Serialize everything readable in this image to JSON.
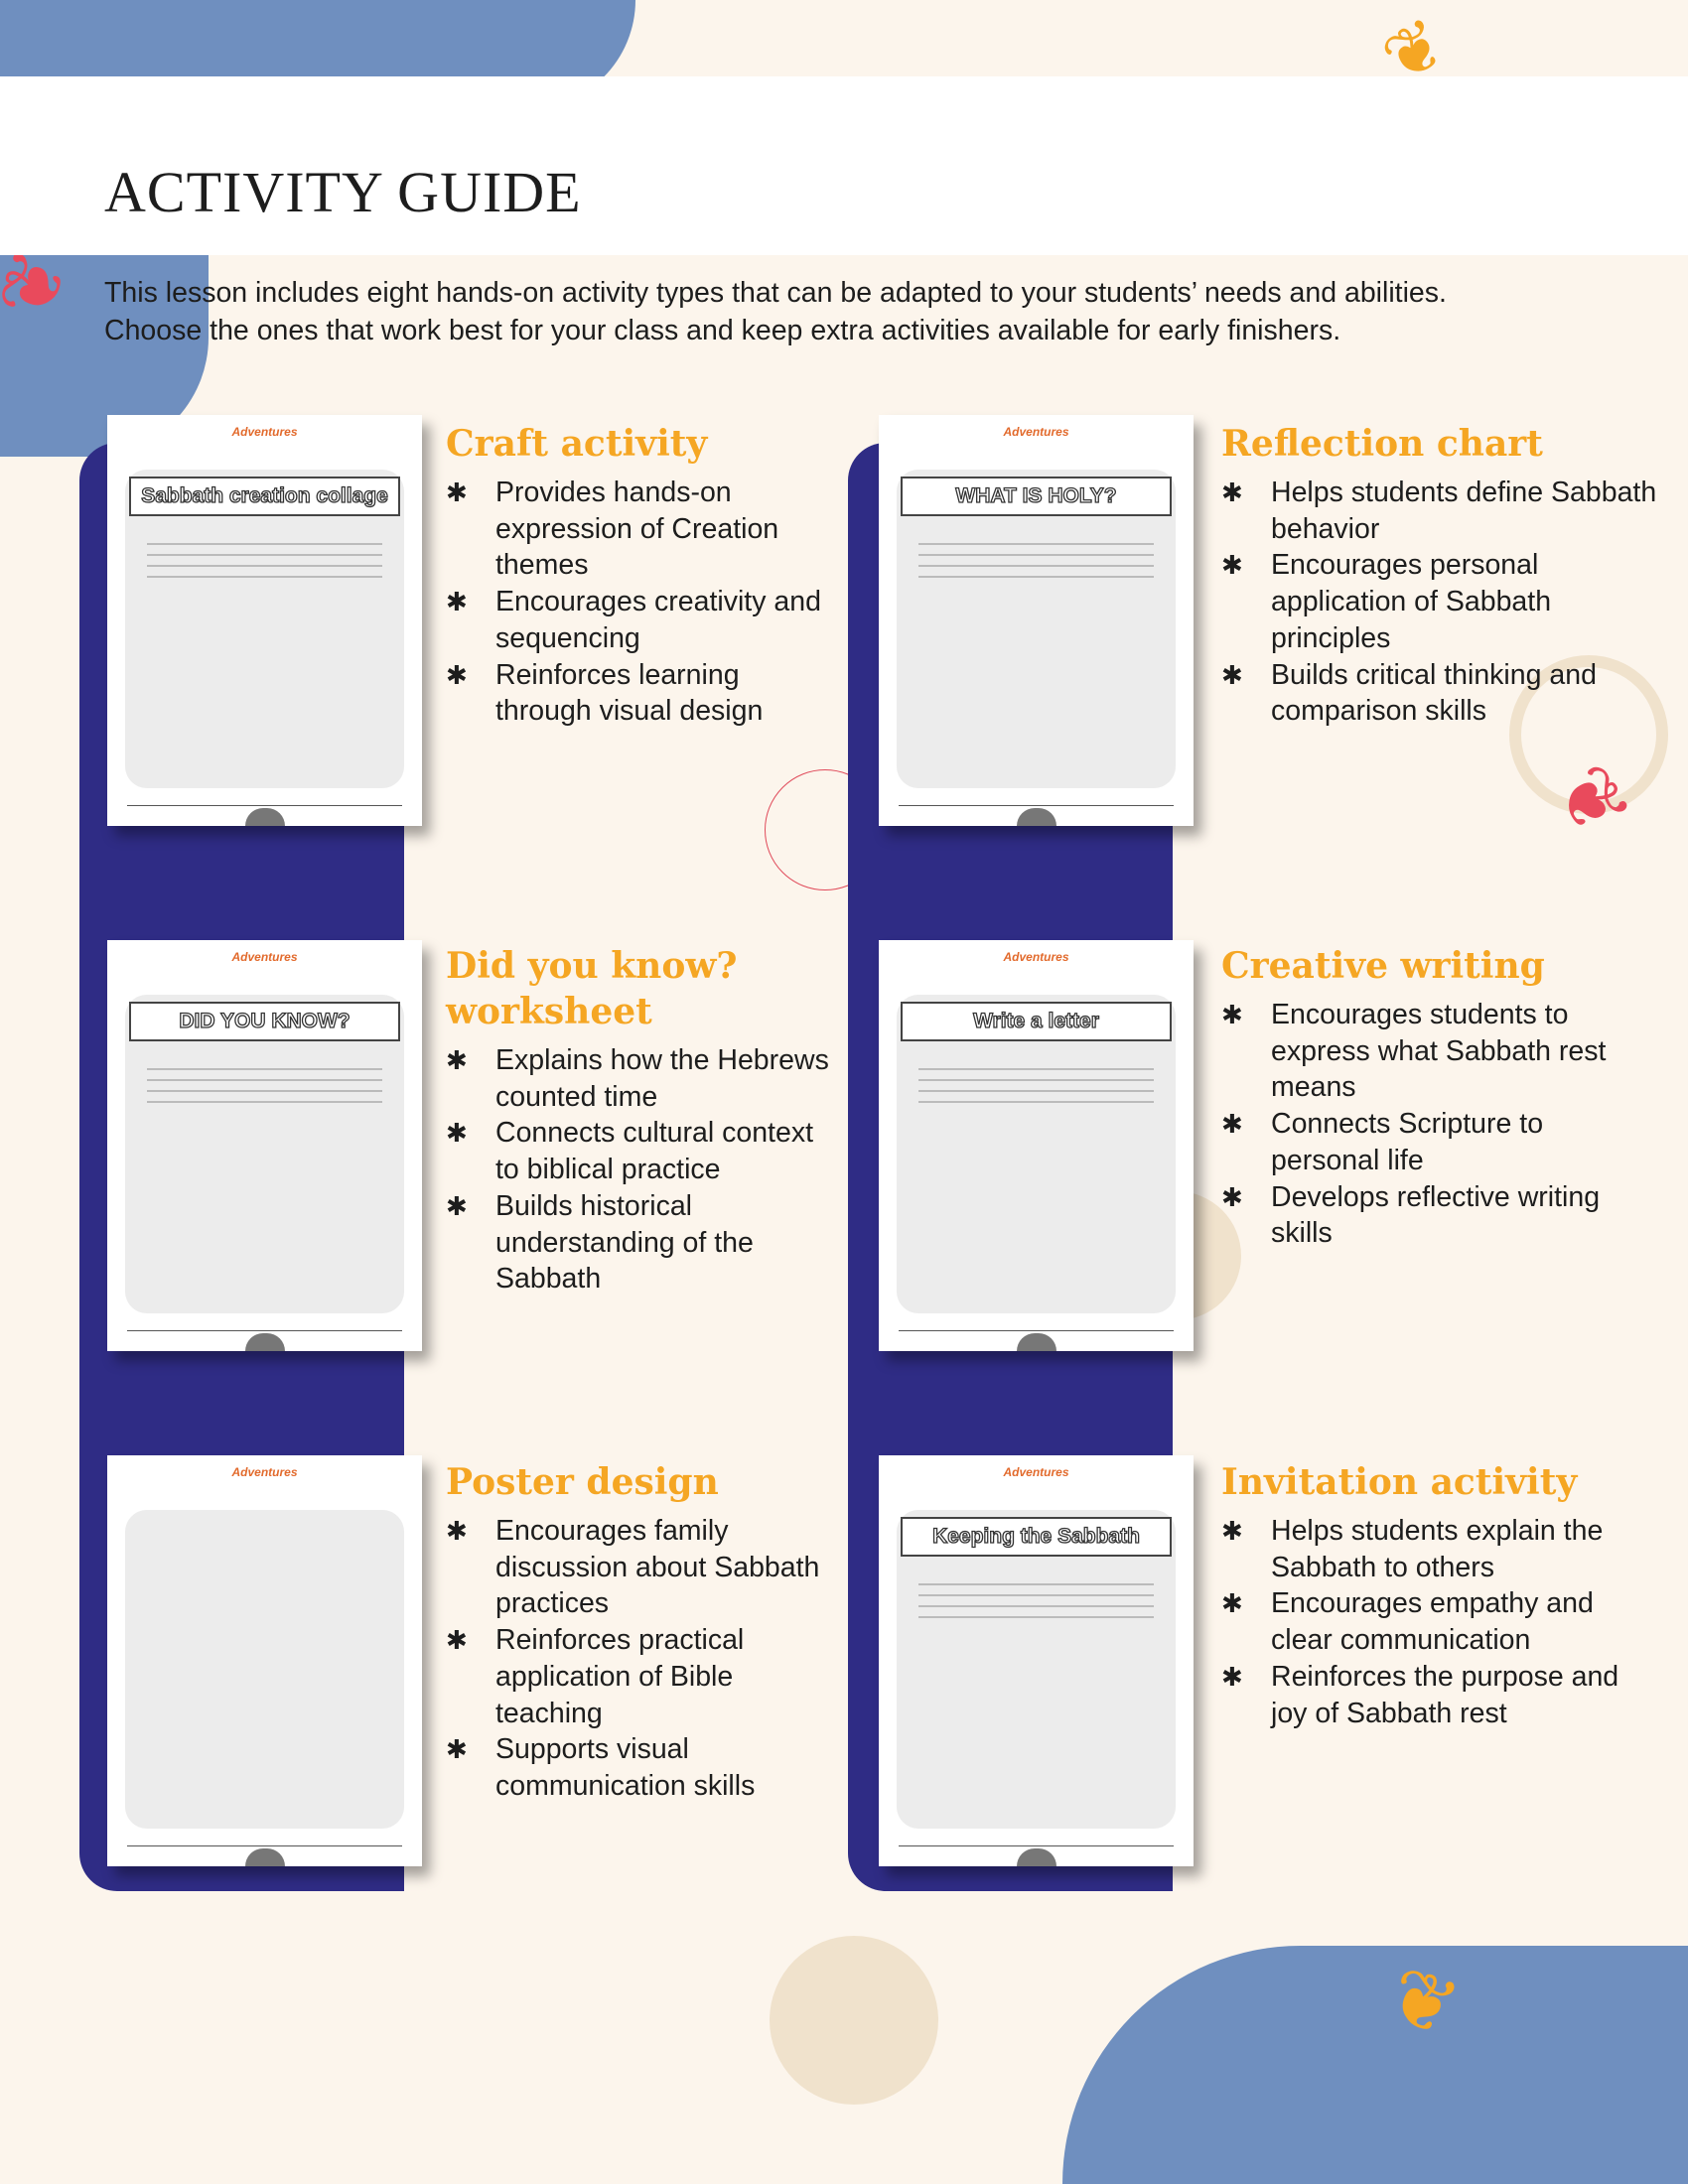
{
  "page": {
    "title": "ACTIVITY GUIDE",
    "intro": [
      "This lesson includes eight hands-on activity types that can be adapted to your students’ needs and abilities.",
      "Choose the ones that work best for your class and keep extra activities available for early finishers."
    ]
  },
  "colors": {
    "heading": "#f5a623",
    "panel": "#2f2c85",
    "blob": "#6f8fbf",
    "background": "#fcf5ec"
  },
  "activities": [
    {
      "title": "Craft activity",
      "thumb_title": "Sabbath creation collage",
      "brand": "Adventures",
      "bullets": [
        "Provides hands-on expression of Creation themes",
        "Encourages creativity and sequencing",
        "Reinforces learning through visual design"
      ]
    },
    {
      "title": "Reflection chart",
      "thumb_title": "WHAT IS HOLY?",
      "brand": "Adventures",
      "bullets": [
        "Helps students define Sabbath behavior",
        "Encourages personal application of Sabbath principles",
        "Builds critical thinking and comparison skills"
      ]
    },
    {
      "title": "Did you know? worksheet",
      "thumb_title": "DID YOU KNOW?",
      "brand": "Adventures",
      "bullets": [
        "Explains how the Hebrews counted time",
        "Connects cultural context to biblical practice",
        "Builds historical understanding of the Sabbath"
      ]
    },
    {
      "title": "Creative writing",
      "thumb_title": "Write a letter",
      "brand": "Adventures",
      "bullets": [
        "Encourages students to express what Sabbath rest means",
        "Connects Scripture to personal life",
        "Develops reflective writing skills"
      ]
    },
    {
      "title": "Poster design",
      "thumb_title": "",
      "brand": "Adventures",
      "bullets": [
        "Encourages family discussion about Sabbath practices",
        "Reinforces practical application of Bible teaching",
        "Supports visual communication skills"
      ]
    },
    {
      "title": "Invitation activity",
      "thumb_title": "Keeping the Sabbath",
      "brand": "Adventures",
      "bullets": [
        "Helps students explain the Sabbath to others",
        "Encourages empathy and clear communication",
        "Reinforces the purpose and joy of Sabbath rest"
      ]
    }
  ]
}
